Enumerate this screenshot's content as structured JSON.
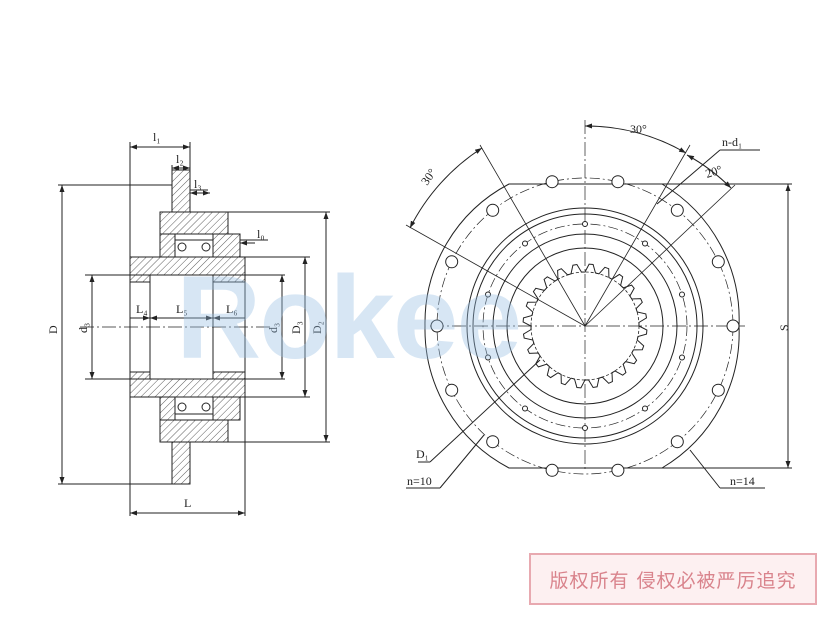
{
  "side_view": {
    "l1": "l₁",
    "l2": "l₂",
    "l3": "l₃",
    "l0": "l₀",
    "L": "L",
    "L4": "L₄",
    "L5": "L₅",
    "L6": "L₆",
    "D": "D",
    "d3_left": "d₃",
    "d3_right": "d₃",
    "D3": "D₃",
    "D2": "D₂"
  },
  "front_view": {
    "angle_top": "30°",
    "angle_left": "30°",
    "angle_right": "20°",
    "n_d1": "n-d₁",
    "D1": "D₁",
    "n10": "n=10",
    "n14": "n=14",
    "S": "S"
  },
  "watermark": "Rokee",
  "copyright": "版权所有 侵权必被严厉追究",
  "colors": {
    "line": "#222222",
    "stamp_border": "#e8a9b0",
    "stamp_text": "#d9838c",
    "watermark": "#9cc3e6"
  }
}
